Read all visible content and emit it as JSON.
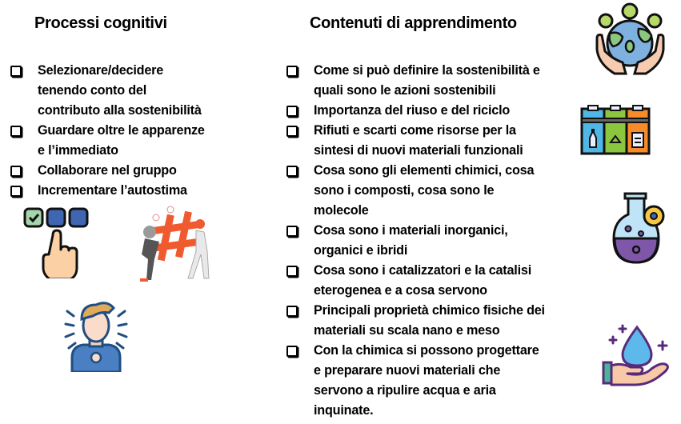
{
  "left_column": {
    "title": "Processi cognitivi",
    "items": [
      {
        "label": "Selezionare/decidere tenendo conto del contributo alla sostenibilità",
        "lines": [
          "Selezionare/decidere",
          "tenendo conto del",
          "contributo alla sostenibilità"
        ]
      },
      {
        "label": "Guardare oltre le apparenze e l’immediato",
        "lines": [
          "Guardare oltre le apparenze",
          "e l’immediato"
        ]
      },
      {
        "label": "Collaborare nel gruppo",
        "lines": [
          "Collaborare nel gruppo"
        ]
      },
      {
        "label": "Incrementare l’autostima",
        "lines": [
          "Incrementare l’autostima"
        ]
      }
    ],
    "icons": [
      "choice-hand-icon",
      "teamwork-hashtag-icon",
      "self-esteem-person-icon"
    ]
  },
  "right_column": {
    "title": "Contenuti di apprendimento",
    "items": [
      {
        "lines": [
          "Come si può definire la sostenibilità e",
          "quali sono le azioni sostenibili"
        ]
      },
      {
        "lines": [
          "Importanza del riuso e del riciclo"
        ]
      },
      {
        "lines": [
          "Rifiuti e scarti come risorse per la",
          "sintesi di nuovi materiali funzionali"
        ]
      },
      {
        "lines": [
          "Cosa sono gli elementi chimici, cosa",
          "sono i composti, cosa sono le",
          "molecole"
        ]
      },
      {
        "lines": [
          "Cosa sono i materiali inorganici,",
          "organici e ibridi"
        ]
      },
      {
        "lines": [
          "Cosa sono i catalizzatori e la catalisi",
          "eterogenea e a cosa servono"
        ]
      },
      {
        "lines": [
          "Principali proprietà chimico fisiche dei",
          "materiali su scala nano e meso"
        ]
      },
      {
        "lines": [
          "Con la chimica si possono progettare",
          "e preparare nuovi materiali che",
          "servono a ripulire acqua e aria",
          "inquinate."
        ]
      }
    ],
    "icons": [
      "earth-hands-icon",
      "recycle-bins-icon",
      "chemistry-flask-gear-icon",
      "water-drop-hand-icon"
    ]
  },
  "colors": {
    "text": "#000000",
    "blue_tile": "#3f67b1",
    "green_tile": "#9fd1a6",
    "hashtag_orange": "#ef5a2f",
    "bin_blue": "#4fb6e6",
    "bin_green": "#8cc63f",
    "bin_orange": "#f68b2c",
    "flask_purple": "#7e57a8",
    "gear_yellow": "#f6c744"
  }
}
